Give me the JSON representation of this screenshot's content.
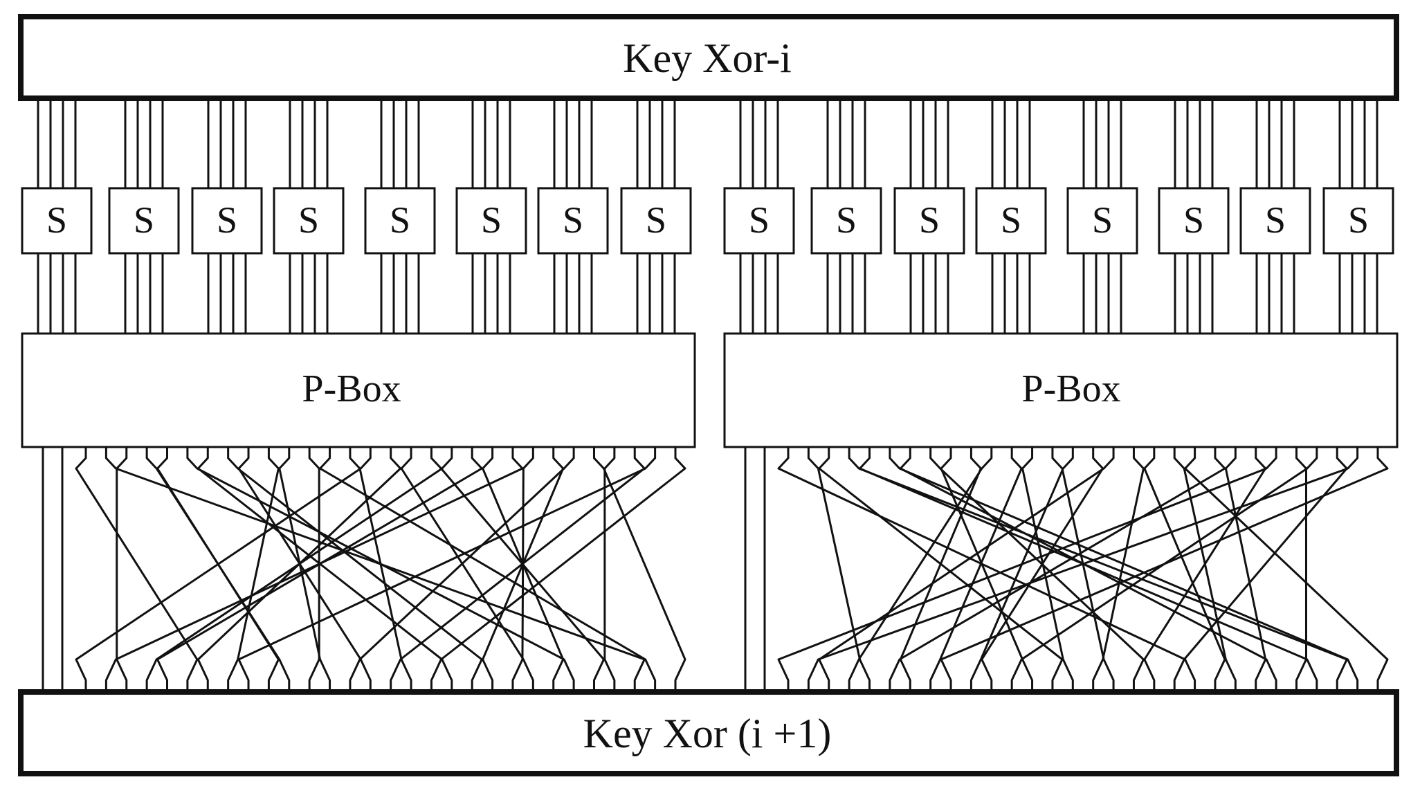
{
  "diagram": {
    "top_block_label": "Key Xor-i",
    "bottom_block_label": "Key Xor (i +1)",
    "sbox_label": "S",
    "pbox_label": "P-Box",
    "halves": 2,
    "sboxes_per_half": 8,
    "wires_per_sbox": 4,
    "passthrough_wires_per_half": 2,
    "colors": {
      "line": "#111111",
      "fill": "#ffffff",
      "text": "#111111"
    }
  }
}
